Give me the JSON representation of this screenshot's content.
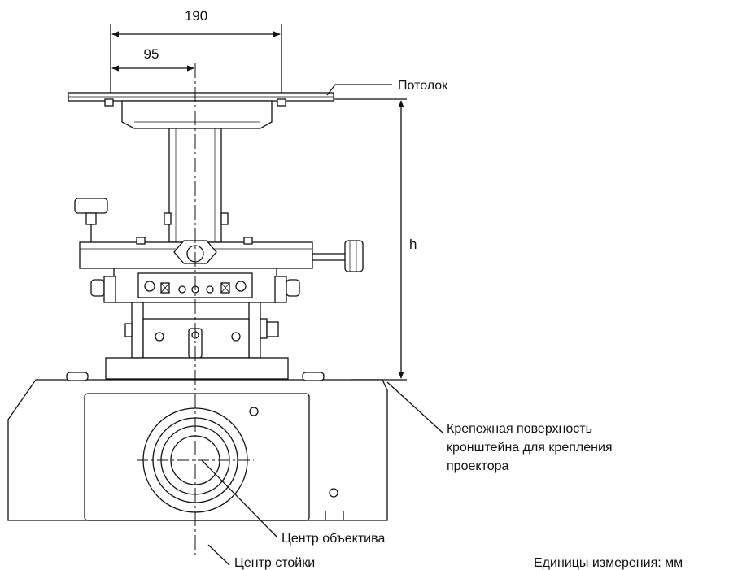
{
  "dimensions": {
    "width_label": "190",
    "half_width_label": "95",
    "height_label": "h"
  },
  "labels": {
    "ceiling": "Потолок",
    "mount_surface": [
      "Крепежная поверхность",
      "кронштейна для крепления",
      "проектора"
    ],
    "lens_center": "Центр объектива",
    "pole_center": "Центр стойки",
    "units": "Единицы измерения: мм"
  },
  "colors": {
    "line": "#111111",
    "fill": "#ffffff"
  }
}
